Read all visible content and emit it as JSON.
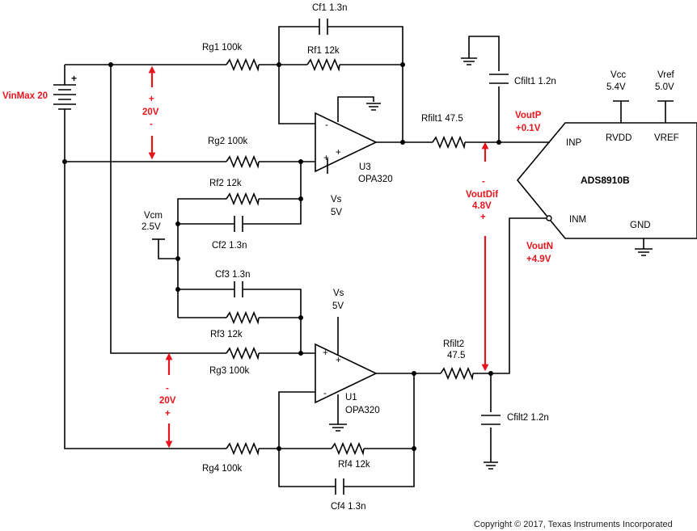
{
  "battery": {
    "label": "VinMax 20",
    "plus": "+"
  },
  "components": {
    "rg1": "Rg1 100k",
    "rf1": "Rf1 12k",
    "cf1": "Cf1 1.3n",
    "rg2": "Rg2 100k",
    "rf2": "Rf2 12k",
    "cf2": "Cf2 1.3n",
    "rg3": "Rg3 100k",
    "rf3": "Rf3 12k",
    "cf3": "Cf3 1.3n",
    "rg4": "Rg4 100k",
    "rf4": "Rf4 12k",
    "cf4": "Cf4 1.3n",
    "rfilt1": "Rfilt1 47.5",
    "rfilt2_name": "Rfilt2",
    "rfilt2_value": "47.5",
    "cfilt1": "Cfilt1 1.2n",
    "cfilt2": "Cfilt2 1.2n"
  },
  "opamps": {
    "u3": {
      "name": "U3",
      "part": "OPA320",
      "supply_name": "Vs",
      "supply_value": "5V"
    },
    "u1": {
      "name": "U1",
      "part": "OPA320",
      "supply_name": "Vs",
      "supply_value": "5V"
    },
    "minus": "-",
    "plus": "+"
  },
  "vcm": {
    "name": "Vcm",
    "value": "2.5V"
  },
  "adc": {
    "name": "ADS8910B",
    "pins": {
      "inp": "INP",
      "inm": "INM",
      "rvdd": "RVDD",
      "vref": "VREF",
      "gnd": "GND"
    },
    "vcc": {
      "name": "Vcc",
      "value": "5.4V"
    },
    "vref": {
      "name": "Vref",
      "value": "5.0V"
    }
  },
  "annotations": {
    "top_input": {
      "plus": "+",
      "value": "20V",
      "minus": "-"
    },
    "bottom_input": {
      "minus": "-",
      "value": "20V",
      "plus": "+"
    },
    "voutp": {
      "name": "VoutP",
      "value": "+0.1V"
    },
    "voutn": {
      "name": "VoutN",
      "value": "+4.9V"
    },
    "voutdif": {
      "minus": "-",
      "name": "VoutDif",
      "value": "4.8V",
      "plus": "+"
    }
  },
  "colors": {
    "accent": "#e8141c",
    "line": "#000000"
  },
  "copyright": "Copyright © 2017, Texas Instruments Incorporated"
}
